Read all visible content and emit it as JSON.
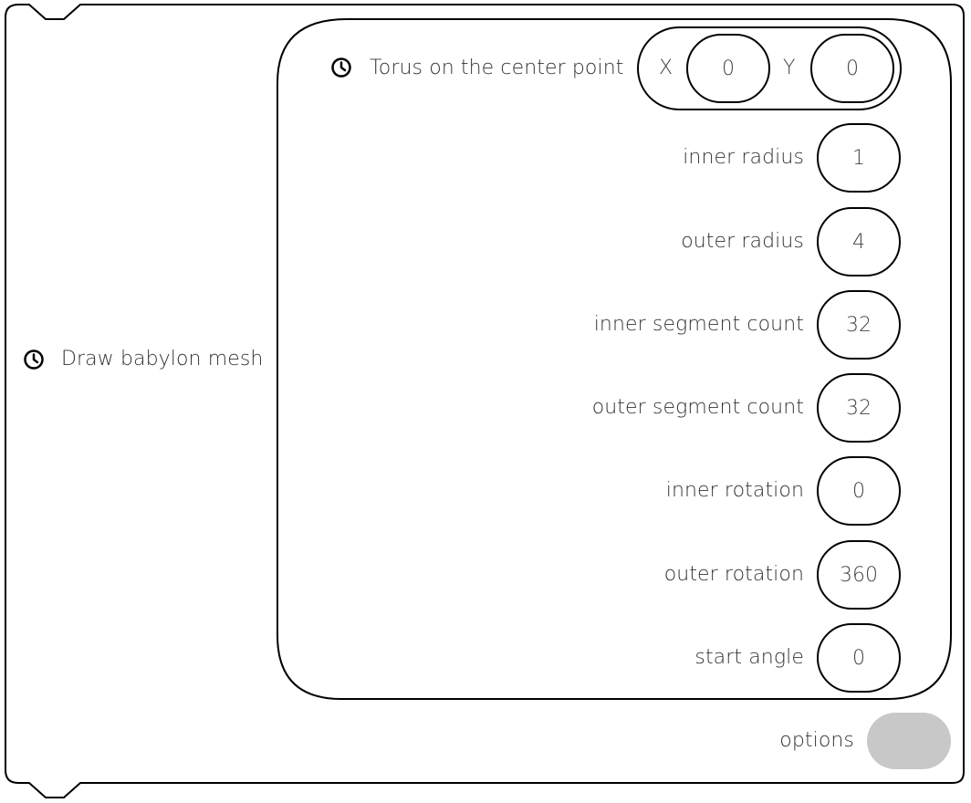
{
  "block": {
    "title": "Draw babylon mesh",
    "options_label": "options"
  },
  "torus": {
    "title": "Torus on the center point",
    "center": {
      "x_label": "X",
      "x_value": "0",
      "y_label": "Y",
      "y_value": "0"
    },
    "params": [
      {
        "label": "inner radius",
        "value": "1"
      },
      {
        "label": "outer radius",
        "value": "4"
      },
      {
        "label": "inner segment count",
        "value": "32"
      },
      {
        "label": "outer segment count",
        "value": "32"
      },
      {
        "label": "inner rotation",
        "value": "0"
      },
      {
        "label": "outer rotation",
        "value": "360"
      },
      {
        "label": "start angle",
        "value": "0"
      }
    ]
  },
  "icons": {
    "block_icon": "clock-icon",
    "torus_icon": "clock-icon"
  },
  "colors": {
    "stroke": "#000000",
    "text": "#333333",
    "toggle_off": "#c8c8c8"
  }
}
